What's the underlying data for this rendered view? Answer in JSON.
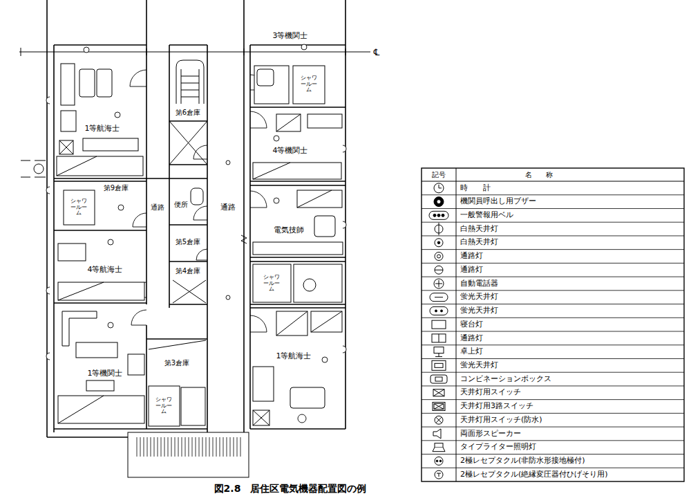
{
  "diagram": {
    "caption": "図2.8　居住区電気機器配置図の例",
    "nodes": [
      {
        "text": [
          "3等機関士"
        ]
      },
      {
        "text": [
          "1等航海士"
        ]
      },
      {
        "text": [
          "第6倉庫"
        ]
      },
      {
        "text": [
          "4等機関士"
        ]
      },
      {
        "text": [
          "第9倉庫"
        ]
      },
      {
        "text": [
          "通路"
        ]
      },
      {
        "text": [
          "便所"
        ]
      },
      {
        "text": [
          "通路"
        ]
      },
      {
        "text": [
          "電気技師"
        ]
      },
      {
        "text": [
          "4等航海士"
        ]
      },
      {
        "text": [
          "第5倉庫"
        ]
      },
      {
        "text": [
          "第4倉庫"
        ]
      },
      {
        "text": [
          "1等機関士"
        ]
      },
      {
        "text": [
          "第3倉庫"
        ]
      },
      {
        "text": [
          "1等航海士"
        ]
      }
    ],
    "labels": [
      "記号",
      "名　　称",
      "℄",
      "シャワールーム",
      "シャワールーム",
      "シャワールーム",
      "シャワールーム"
    ],
    "legend": [
      {
        "text": "時　　計"
      },
      {
        "text": "機関員呼出し用ブザー"
      },
      {
        "text": "一般警報用ベル"
      },
      {
        "text": "白熱天井灯"
      },
      {
        "text": "白熱天井灯"
      },
      {
        "text": "通路灯"
      },
      {
        "text": "通路灯"
      },
      {
        "text": "自動電話器"
      },
      {
        "text": "蛍光天井灯"
      },
      {
        "text": "蛍光天井灯"
      },
      {
        "text": "寝台灯"
      },
      {
        "text": "通路灯"
      },
      {
        "text": "卓上灯"
      },
      {
        "text": "蛍光天井灯"
      },
      {
        "text": "コンビネーションボックス"
      },
      {
        "text": "天井灯用スイッチ"
      },
      {
        "text": "天井灯用3路スイッチ"
      },
      {
        "text": "天井灯用スイッチ(防水)"
      },
      {
        "text": "両面形スピーカー"
      },
      {
        "text": "タイプライター照明灯"
      },
      {
        "text": "2極レセプタクル(非防水形接地極付)"
      },
      {
        "text": "2極レセプタクル(絶縁変圧器付ひげそり用)"
      }
    ]
  }
}
